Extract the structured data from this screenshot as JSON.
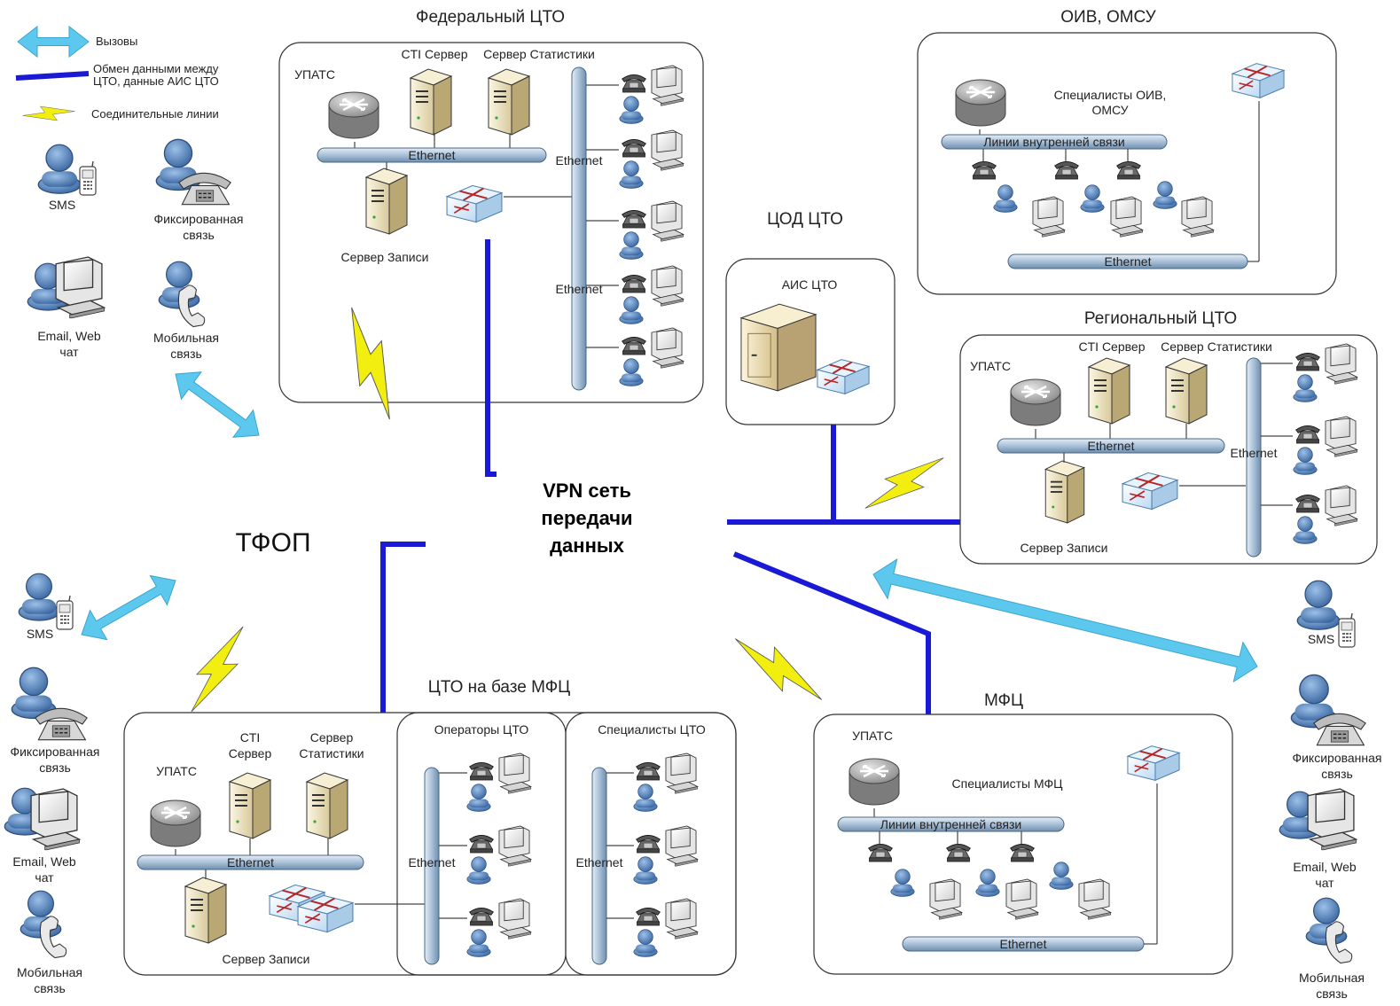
{
  "legend": {
    "calls": "Вызовы",
    "data_exchange": [
      "Обмен данными между",
      "ЦТО, данные АИС ЦТО"
    ],
    "trunk_lines": "Соединительные линии"
  },
  "center": {
    "vpn": [
      "VPN сеть",
      "передачи",
      "данных"
    ],
    "pstn": "ТФОП"
  },
  "federal": {
    "title": "Федеральный ЦТО",
    "pbx": "УПАТС",
    "cti": "CTI Сервер",
    "stats": "Сервер Статистики",
    "bus": "Ethernet",
    "bus_v1": "Ethernet",
    "bus_v2": "Ethernet",
    "rec": "Сервер Записи"
  },
  "oiv": {
    "title": "ОИВ, ОМСУ",
    "spec": [
      "Специалисты ОИВ,",
      "ОМСУ"
    ],
    "lines": "Линии внутренней связи",
    "bus": "Ethernet"
  },
  "cod": {
    "title": "ЦОД ЦТО",
    "ais": "АИС ЦТО"
  },
  "regional": {
    "title": "Региональный ЦТО",
    "pbx": "УПАТС",
    "cti": "CTI Сервер",
    "stats": "Сервер Статистики",
    "bus": "Ethernet",
    "bus_v": "Ethernet",
    "rec": "Сервер Записи"
  },
  "mfc_center": {
    "title": "ЦТО на базе МФЦ",
    "pbx": "УПАТС",
    "cti": [
      "CTI",
      "Сервер"
    ],
    "stats": [
      "Сервер",
      "Статистики"
    ],
    "bus": "Ethernet",
    "rec": "Сервер Записи",
    "operators": "Операторы ЦТО",
    "operators_bus": "Ethernet",
    "specialists": "Специалисты ЦТО",
    "specialists_bus": "Ethernet"
  },
  "mfc": {
    "title": "МФЦ",
    "pbx": "УПАТС",
    "spec": "Специалисты МФЦ",
    "lines": "Линии внутренней связи",
    "bus": "Ethernet"
  },
  "channels_tl": {
    "sms": "SMS",
    "fixed": [
      "Фиксированная",
      "связь"
    ],
    "email": [
      "Email, Web",
      "чат"
    ],
    "mobile": [
      "Мобильная",
      "связь"
    ]
  },
  "channels_bl": {
    "sms": "SMS",
    "fixed": [
      "Фиксированная",
      "связь"
    ],
    "email": [
      "Email, Web",
      "чат"
    ],
    "mobile": [
      "Мобильная",
      "связь"
    ]
  },
  "channels_r": {
    "sms": "SMS",
    "fixed": [
      "Фиксированная",
      "связь"
    ],
    "email": [
      "Email, Web",
      "чат"
    ],
    "mobile": [
      "Мобильная",
      "связь"
    ]
  },
  "colors": {
    "vpn_line": "#1a1ad6",
    "call_arrow": "#5cc8ee",
    "lightning": "#f2ee10",
    "bus": "#a7bfd6",
    "person": "#4f81bd",
    "server": "#efe6c8"
  }
}
